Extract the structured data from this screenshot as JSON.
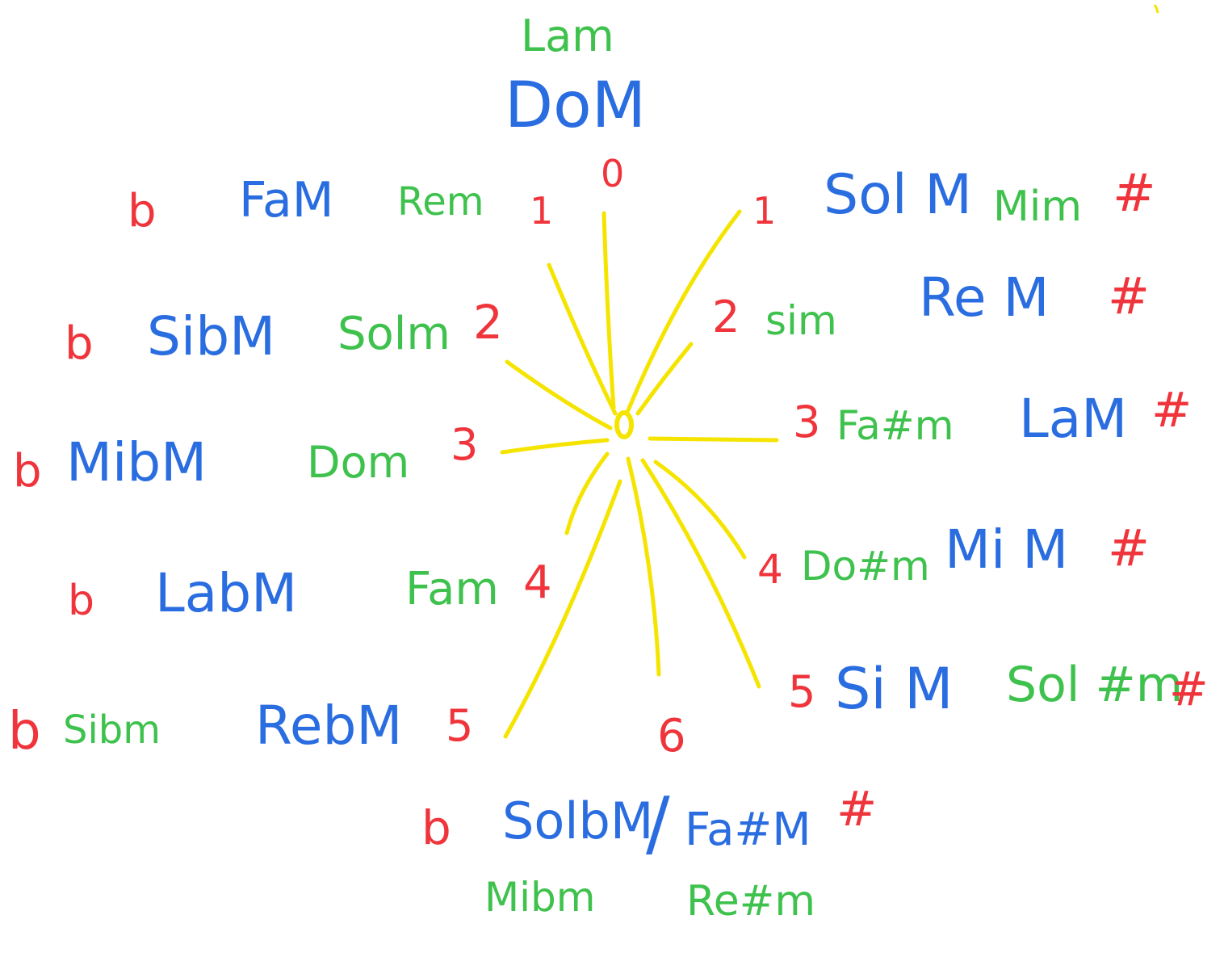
{
  "colors": {
    "major_key": "#2a6de0",
    "minor_key": "#3fc24d",
    "count_and_accidental": "#f0343b",
    "rays": "#f5e400"
  },
  "center_symbol": "0",
  "top": {
    "minor": "Lam",
    "major": "DoM",
    "count": "0"
  },
  "sharps": [
    {
      "count": "1",
      "major": "Sol M",
      "minor": "Mim",
      "accidental": "#"
    },
    {
      "count": "2",
      "minor": "sim",
      "major": "Re M",
      "accidental": "#"
    },
    {
      "count": "3",
      "minor": "Fa#m",
      "major": "LaM",
      "accidental": "#"
    },
    {
      "count": "4",
      "minor": "Do#m",
      "major": "Mi M",
      "accidental": "#"
    },
    {
      "count": "5",
      "major": "Si M",
      "minor": "Sol #m",
      "accidental": "#"
    }
  ],
  "flats": [
    {
      "accidental": "b",
      "major": "FaM",
      "minor": "Rem",
      "count": "1"
    },
    {
      "accidental": "b",
      "major": "SibM",
      "minor": "Solm",
      "count": "2"
    },
    {
      "accidental": "b",
      "major": "MibM",
      "minor": "Dom",
      "count": "3"
    },
    {
      "accidental": "b",
      "major": "LabM",
      "minor": "Fam",
      "count": "4"
    },
    {
      "accidental": "b",
      "minor": "Sibm",
      "major": "RebM",
      "count": "5"
    }
  ],
  "bottom": {
    "count": "6",
    "flat_accidental": "b",
    "major_flat": "SolbM",
    "separator": "/",
    "major_sharp": "Fa#M",
    "sharp_accidental": "#",
    "minor_flat": "Mibm",
    "minor_sharp": "Re#m"
  }
}
